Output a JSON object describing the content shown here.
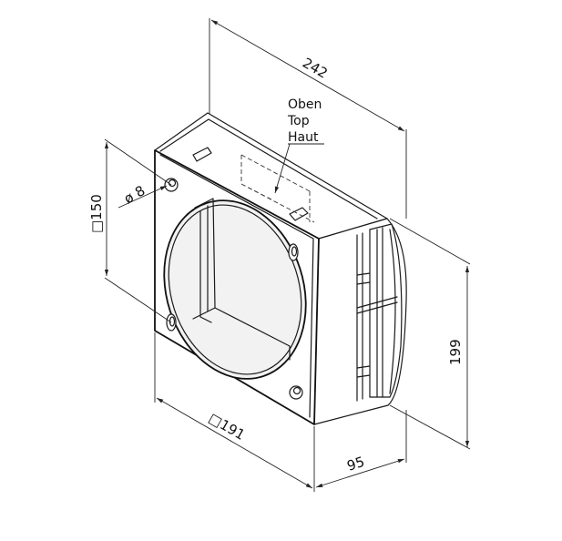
{
  "dimensions": {
    "width_top": "242",
    "square_150": "□150",
    "hole_dia": "ø 8",
    "height": "199",
    "square_191": "□191",
    "depth": "95"
  },
  "orientation_note": {
    "line1": "Oben",
    "line2": "Top",
    "line3": "Haut"
  }
}
